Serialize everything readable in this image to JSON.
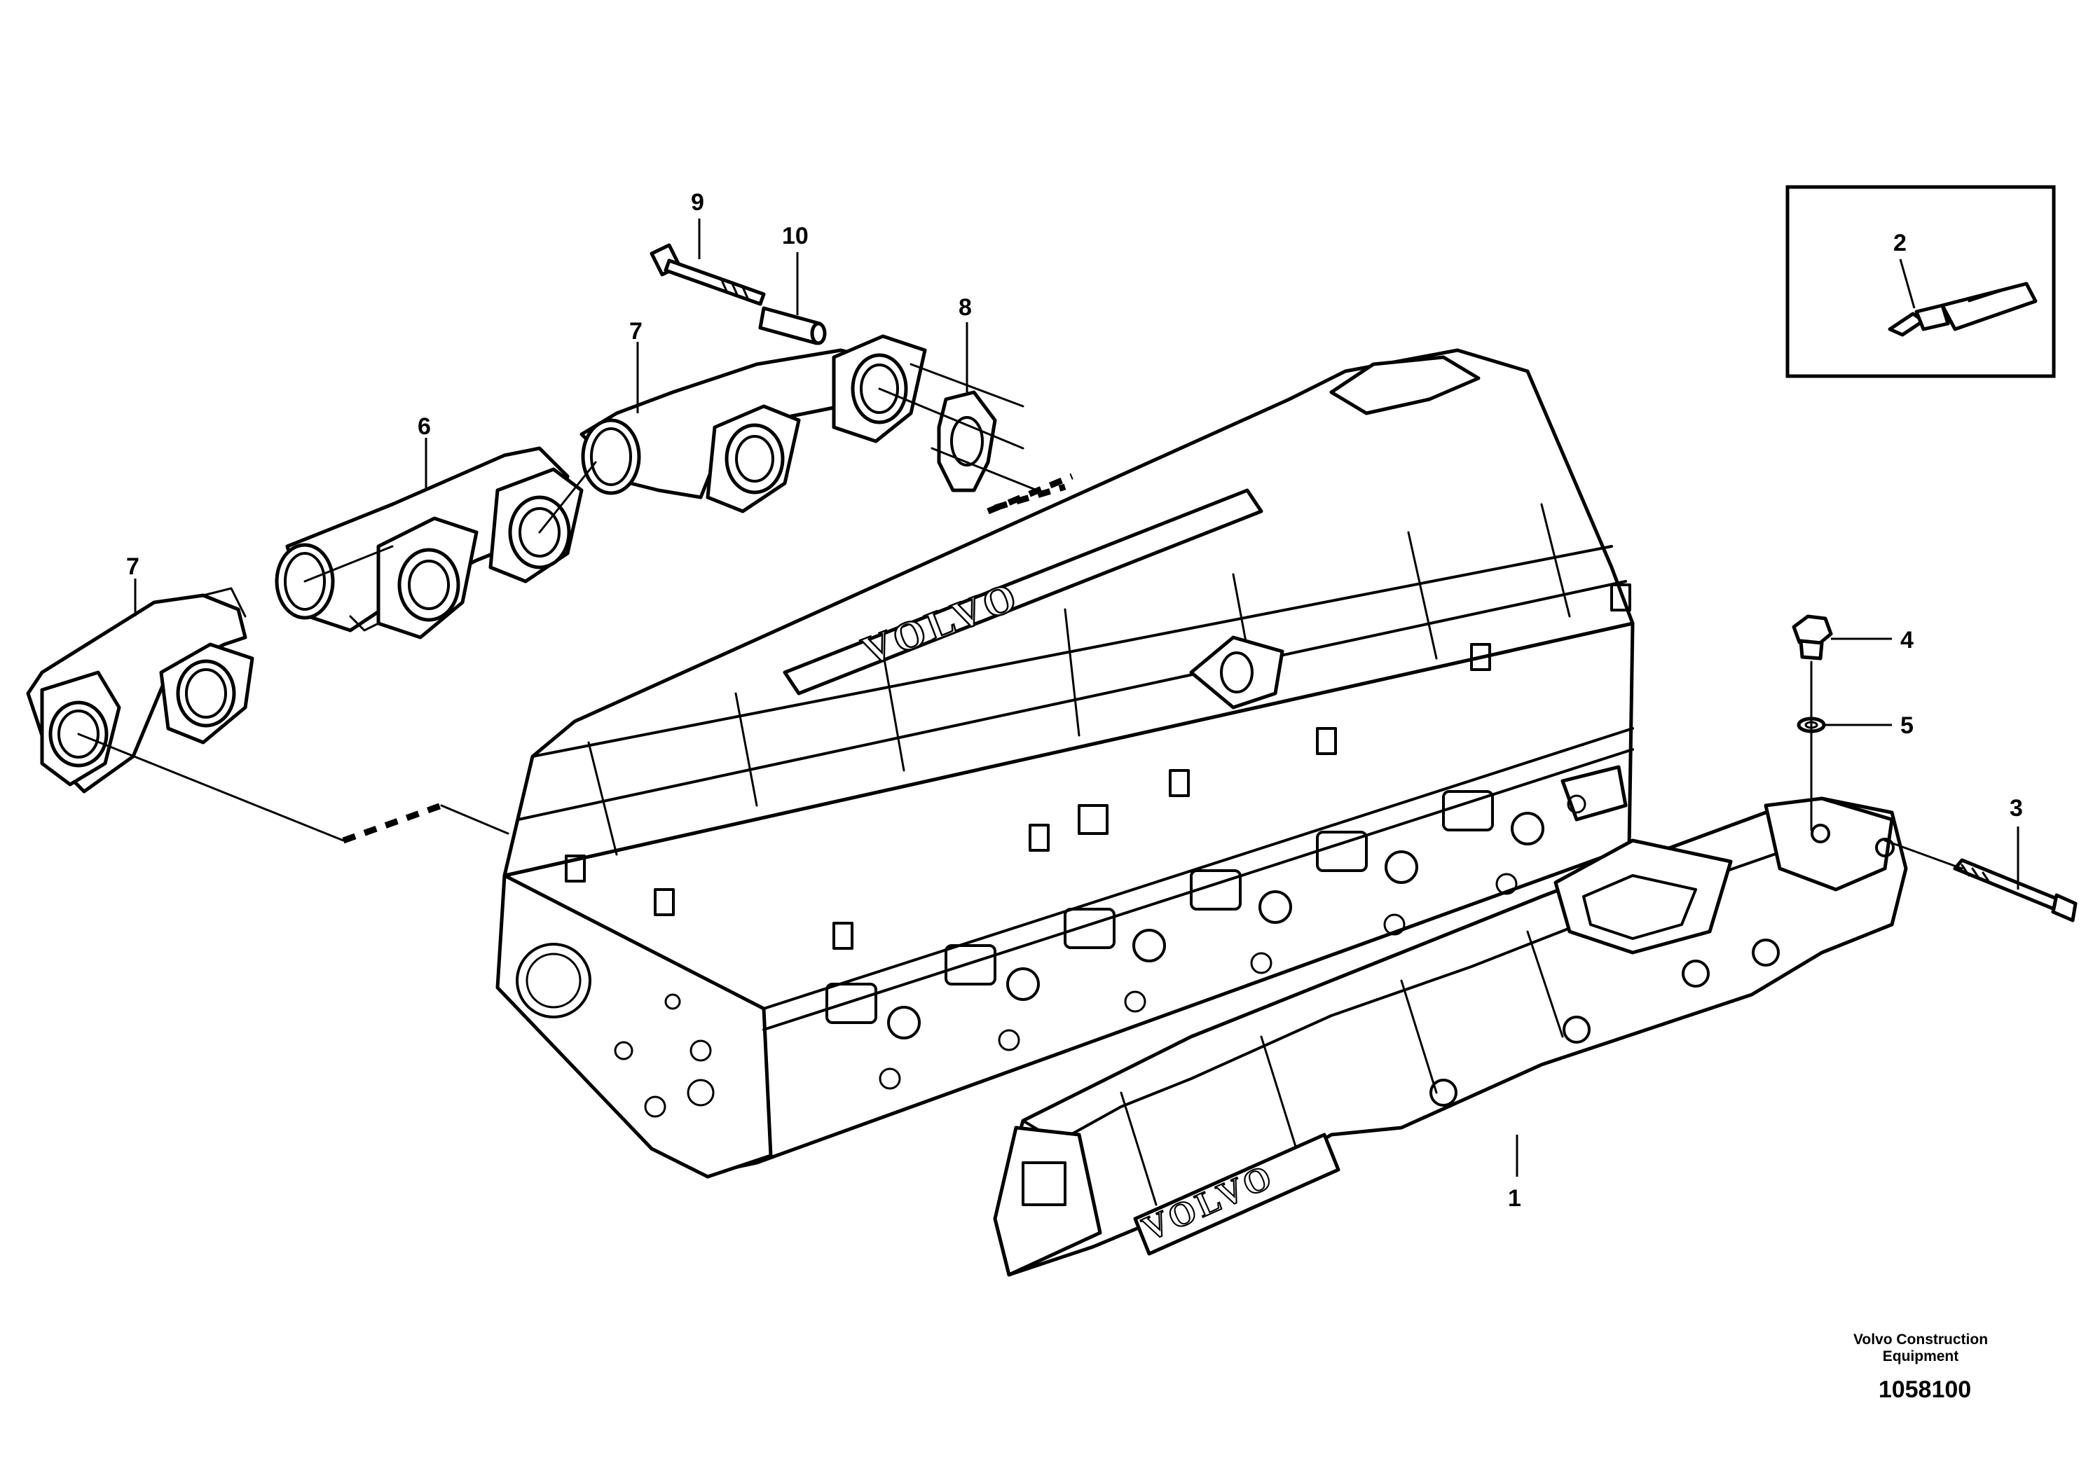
{
  "callouts": {
    "c1": "1",
    "c2": "2",
    "c3": "3",
    "c4": "4",
    "c5": "5",
    "c6": "6",
    "c7a": "7",
    "c7b": "7",
    "c8": "8",
    "c9": "9",
    "c10": "10"
  },
  "brand_marks": {
    "valve_cover": "VOLVO",
    "manifold": "VOLVO"
  },
  "footer": {
    "company": "Volvo Construction Equipment",
    "drawing_number": "1058100"
  }
}
